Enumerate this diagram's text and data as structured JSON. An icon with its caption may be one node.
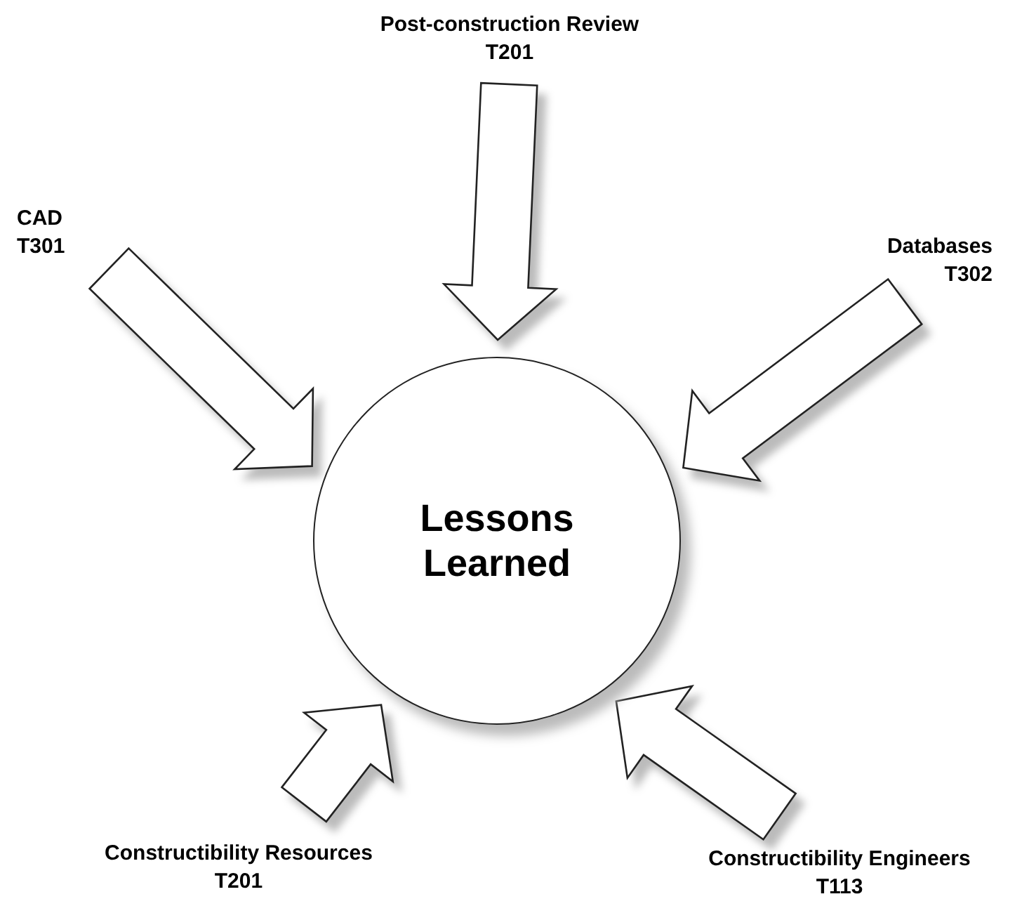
{
  "diagram": {
    "nodes": [
      {
        "text": [
          "Lessons Learned"
        ]
      },
      {
        "text": [
          "Post-construction Review",
          "T201"
        ]
      },
      {
        "text": [
          "CAD",
          "T301"
        ]
      },
      {
        "text": [
          "Databases",
          "T302"
        ]
      },
      {
        "text": [
          "Constructibility Resources",
          "T201"
        ]
      },
      {
        "text": [
          "Constructibility Engineers",
          "T113"
        ]
      }
    ],
    "edges": [
      {
        "from": 1,
        "to": 0,
        "arrow": "to"
      },
      {
        "from": 2,
        "to": 0,
        "arrow": "to"
      },
      {
        "from": 3,
        "to": 0,
        "arrow": "to"
      },
      {
        "from": 4,
        "to": 0,
        "arrow": "to"
      },
      {
        "from": 5,
        "to": 0,
        "arrow": "to"
      }
    ]
  }
}
